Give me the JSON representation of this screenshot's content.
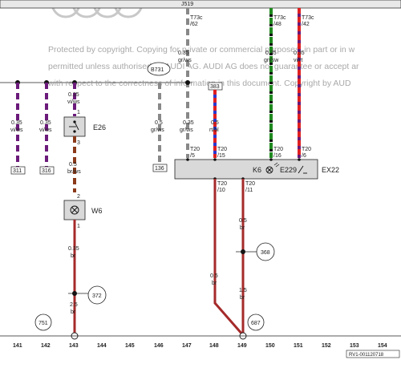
{
  "top_unit": "J519",
  "watermark": [
    "Protected by copyright. Copying for private or commercial purposes, in part or in w",
    "permitted unless authorised by AUDI AG. AUDI AG does not guarantee or accept ar",
    "with respect to the correctness of information in this document. Copyright by AUD"
  ],
  "connectors_top": [
    {
      "pin": "T73c",
      "num": "/62"
    },
    {
      "pin": "T73c",
      "num": "/48"
    },
    {
      "pin": "T73c",
      "num": "/42"
    }
  ],
  "wires": {
    "w311_size": "0.35",
    "w311_color": "vi/ws",
    "w316_size": "0.35",
    "w316_color": "vi/ws",
    "w143a_size": "0.35",
    "w143a_color": "vi/ws",
    "w143b_size": "0.5",
    "w143b_color": "br/ws",
    "w143c_size": "0.35",
    "w143c_color": "br",
    "w143d_size": "2.5",
    "w143d_color": "br",
    "w146_size": "0.5",
    "w146_color": "gr/ws",
    "w147_size": "0.35",
    "w147_color": "gr/ws",
    "w147t_size": "0.35",
    "w147t_color": "gr/ws",
    "w148_size": "0.5",
    "w148_color": "rt/bl",
    "w148b_size": "0.5",
    "w148b_color": "br",
    "w149a_size": "0.5",
    "w149a_color": "br",
    "w149b_size": "1.5",
    "w149b_color": "br",
    "w150_size": "0.35",
    "w150_color": "gn/sw",
    "w151_size": "0.35",
    "w151_color": "vi/rt"
  },
  "refs": {
    "r311": "311",
    "r316": "316",
    "r136": "136",
    "r383": "383",
    "b731": "B731",
    "c372": "372",
    "c368": "368",
    "c751": "751",
    "c687": "687"
  },
  "components": {
    "e26": "E26",
    "w6": "W6",
    "k6": "K6",
    "e229": "E229",
    "ex22": "EX22"
  },
  "pins": {
    "e26_1": "1",
    "e26_3": "3",
    "w6_2": "2",
    "w6_1": "1"
  },
  "box_connectors": {
    "t5": "T20",
    "t5n": "/5",
    "t15": "T20",
    "t15n": "/15",
    "t16": "T20",
    "t16n": "/16",
    "t6": "T20",
    "t6n": "/6",
    "t10": "T20",
    "t10n": "/10",
    "t11": "T20",
    "t11n": "/11"
  },
  "axis_numbers": [
    "141",
    "142",
    "143",
    "144",
    "145",
    "146",
    "147",
    "148",
    "149",
    "150",
    "151",
    "152",
    "153",
    "154"
  ],
  "doc_id": "RV1-001120718",
  "colors": {
    "brown": "#a52a2a",
    "violet": "#6b1a7a",
    "grey": "#888888",
    "red": "#e02020",
    "blue": "#2a3ad0",
    "green": "#1f8a1f",
    "box": "#d9d9d9"
  }
}
